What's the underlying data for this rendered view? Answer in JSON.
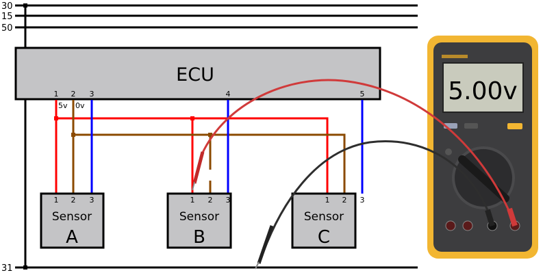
{
  "bus_lines": [
    "30",
    "15",
    "50",
    "31"
  ],
  "ecu": {
    "label": "ECU",
    "pins": [
      "1",
      "2",
      "3",
      "4",
      "5"
    ],
    "pin_voltages": [
      "5v",
      "0v"
    ]
  },
  "sensors": [
    {
      "label": "Sensor",
      "letter": "A",
      "pins": [
        "1",
        "2",
        "3"
      ]
    },
    {
      "label": "Sensor",
      "letter": "B",
      "pins": [
        "1",
        "2",
        "3"
      ]
    },
    {
      "label": "Sensor",
      "letter": "C",
      "pins": [
        "1",
        "2",
        "3"
      ]
    }
  ],
  "multimeter": {
    "reading": "5.00v",
    "display_color": "#c9cbbd",
    "body_color": "#f2b632"
  },
  "colors": {
    "supply_5v": "#ff0000",
    "ground_0v": "#8b4a00",
    "signal": "#0000ff",
    "ecu_fill": "#c4c4c6",
    "red_lead": "#d03a3a",
    "black_lead": "#2e2e2e"
  }
}
